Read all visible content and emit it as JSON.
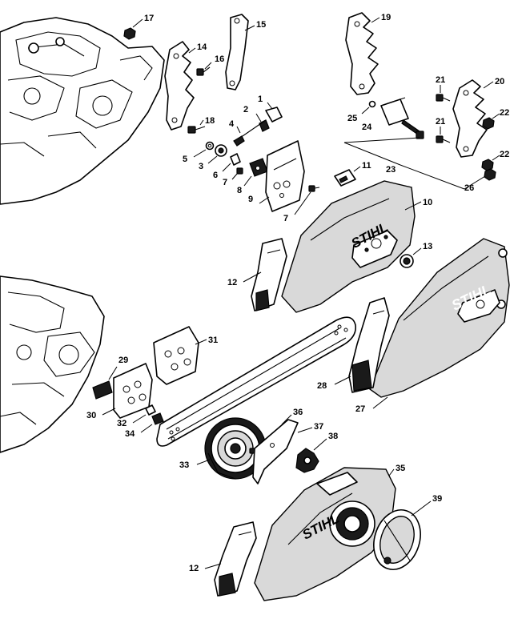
{
  "brand": "STIHL",
  "callouts": [
    "17",
    "15",
    "19",
    "14",
    "16",
    "21",
    "20",
    "1",
    "2",
    "18",
    "4",
    "25",
    "22",
    "24",
    "5",
    "3",
    "21",
    "6",
    "7",
    "8",
    "11",
    "23",
    "22",
    "26",
    "9",
    "7",
    "10",
    "13",
    "12",
    "31",
    "29",
    "28",
    "30",
    "32",
    "27",
    "34",
    "36",
    "37",
    "38",
    "33",
    "35",
    "39",
    "12"
  ]
}
